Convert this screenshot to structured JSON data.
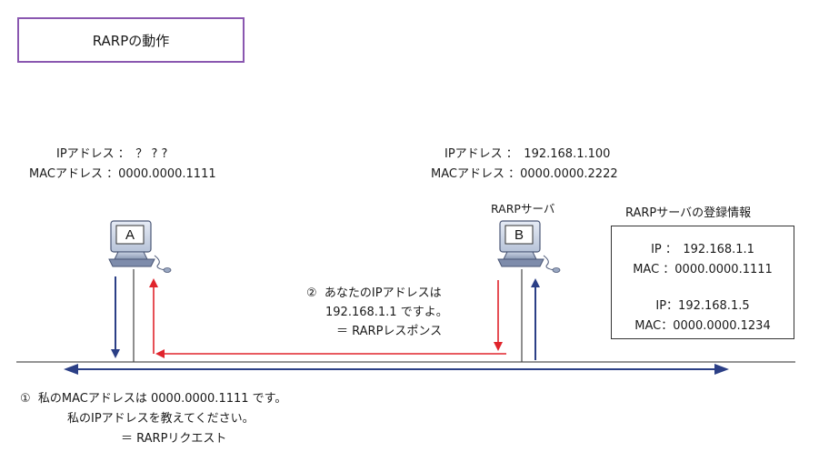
{
  "title": "RARPの動作",
  "hostA": {
    "ip_line": "IPアドレス ：　？ ? ?",
    "mac_line": "MACアドレス ：0000.0000.1111",
    "letter": "A"
  },
  "hostB": {
    "ip_line": "IPアドレス ：　192.168.1.100",
    "mac_line": "MACアドレス ：0000.0000.2222",
    "letter": "B",
    "label": "RARPサーバ"
  },
  "registry": {
    "title": "RARPサーバの登録情報",
    "entry1_ip": "IP ：　192.168.1.1",
    "entry1_mac": "MAC ：0000.0000.1111",
    "entry2_ip": "IP：192.168.1.5",
    "entry2_mac": "MAC：0000.0000.1234"
  },
  "request": {
    "line1": "①  私のMACアドレスは 0000.0000.1111 です。",
    "line2": "私のIPアドレスを教えてください。",
    "line3": "＝ RARPリクエスト"
  },
  "reply": {
    "line1": "②  あなたのIPアドレスは",
    "line2": "192.168.1.1 ですよ。",
    "line3": "＝ RARPレスポンス"
  },
  "colors": {
    "blue": "#2b3f86",
    "red": "#e0242c",
    "title_border": "#8a57b0",
    "network_line": "#555555"
  },
  "icons": [
    "computer-icon",
    "computer-icon"
  ]
}
